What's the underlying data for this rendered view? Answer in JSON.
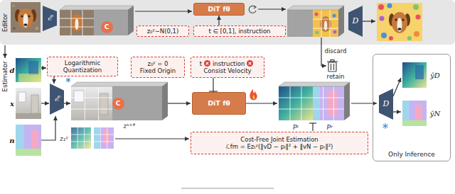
{
  "diagram": {
    "nodes": [
      {
        "text": [
          "Editor"
        ]
      },
      {
        "text": [
          "ℰ"
        ],
        "in": 0
      },
      {
        "text": [
          "C"
        ],
        "in": 0
      },
      {
        "text": [
          "z₀ʸ∼N(0,1)"
        ],
        "in": 0
      },
      {
        "text": [
          "t ∈ [0,1], instruction"
        ],
        "in": 0
      },
      {
        "text": [
          "DiT fθ"
        ],
        "in": 0
      },
      {
        "text": [
          "D"
        ],
        "in": 0
      },
      {
        "text": [
          "Logarithmic Quantization"
        ]
      },
      {
        "text": [
          "ℰ"
        ]
      },
      {
        "text": [
          "C"
        ]
      },
      {
        "text": [
          "z₀ʸ = 0",
          "Fixed Origin"
        ]
      },
      {
        "text": [
          "t",
          "instruction",
          "Consist Velocity"
        ]
      },
      {
        "text": [
          "DiT fθ"
        ]
      },
      {
        "text": [
          "Cost-Free Joint Estimation",
          "ℒfm = Ezₜʸ(‖vD − pₗ‖² + ‖vN − pᵣ‖²)"
        ]
      },
      {
        "text": [
          "Only Inference"
        ]
      },
      {
        "text": [
          "D"
        ],
        "in": 14
      }
    ],
    "edges": [
      {
        "from": 4,
        "to": 5,
        "arrow": "to"
      },
      {
        "from": 7,
        "to": 8,
        "arrow": "to"
      },
      {
        "from": 11,
        "to": 12,
        "arrow": "none"
      }
    ],
    "labels": [
      "Estimator",
      "d",
      "x",
      "n",
      "discard",
      "retain",
      "zˣ⁺ᶿ",
      "z₁ʸ",
      "pₗ",
      "pᵣ",
      "ŷD",
      "ŷN"
    ]
  }
}
